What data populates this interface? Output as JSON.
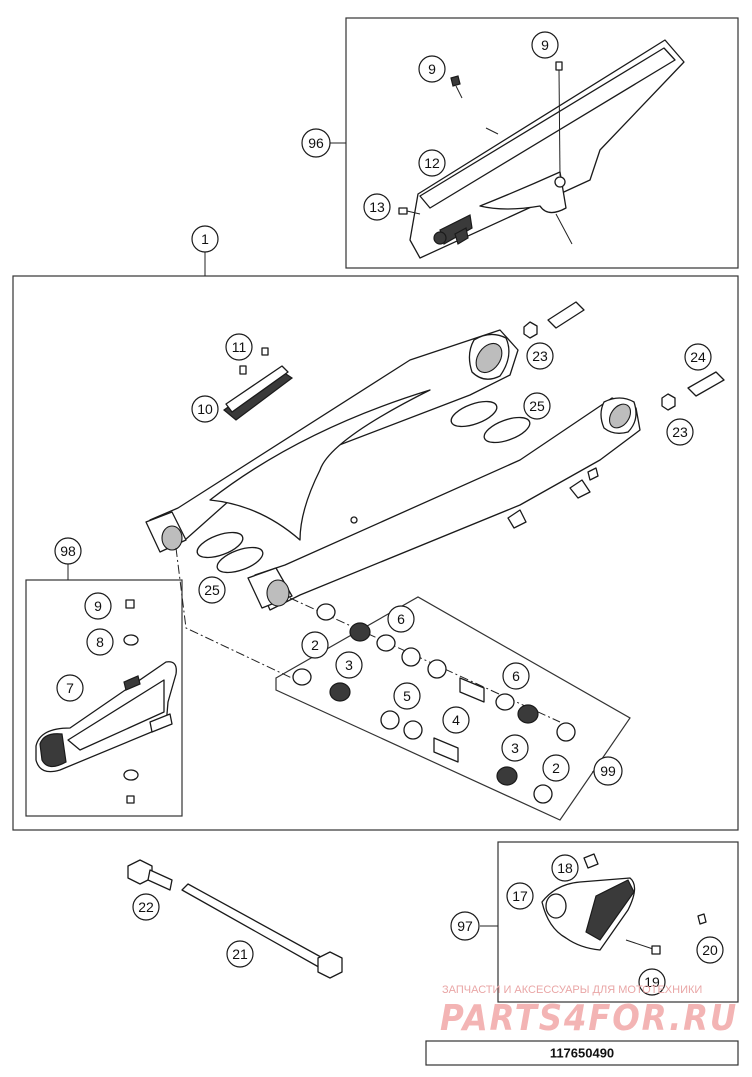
{
  "diagram": {
    "part_number": "117650490",
    "watermark_line": "ЗАПЧАСТИ И АКСЕССУАРЫ ДЛЯ МОТОТЕХНИКИ",
    "watermark_brand": "PARTS4FOR.RU",
    "callouts": {
      "c9a": "9",
      "c9b": "9",
      "c96": "96",
      "c12": "12",
      "c13": "13",
      "c1": "1",
      "c11": "11",
      "c10": "10",
      "c23a": "23",
      "c24": "24",
      "c25a": "25",
      "c23b": "23",
      "c98": "98",
      "c25b": "25",
      "c9c": "9",
      "c8": "8",
      "c7": "7",
      "c6a": "6",
      "c2a": "2",
      "c3a": "3",
      "c6b": "6",
      "c5": "5",
      "c4": "4",
      "c3b": "3",
      "c2b": "2",
      "c99": "99",
      "c18": "18",
      "c17": "17",
      "c97": "97",
      "c20": "20",
      "c19": "19",
      "c22": "22",
      "c21": "21"
    }
  }
}
